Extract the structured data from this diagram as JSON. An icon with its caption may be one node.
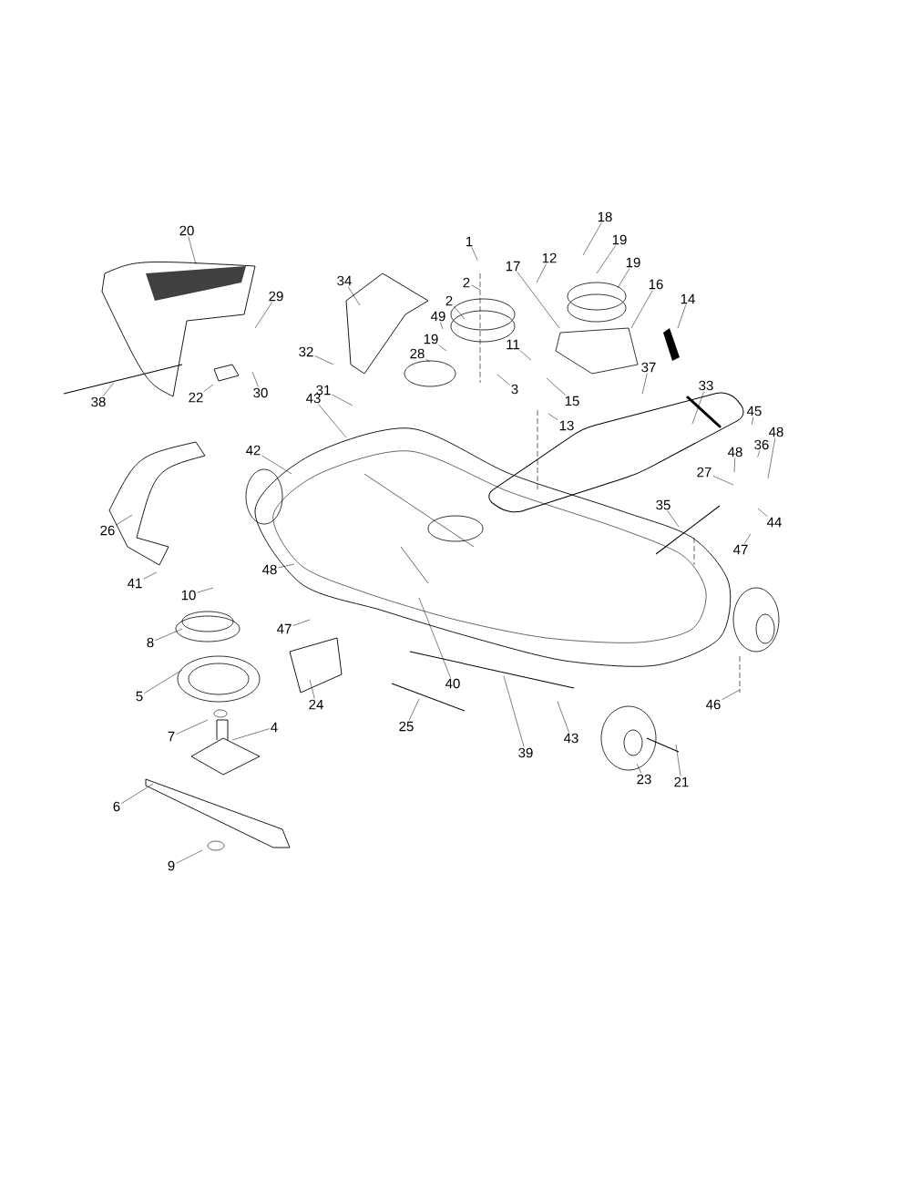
{
  "diagram": {
    "nodes": [
      {
        "text": [
          "18"
        ]
      },
      {
        "text": [
          "20"
        ]
      },
      {
        "text": [
          "19"
        ]
      },
      {
        "text": [
          "1"
        ]
      },
      {
        "text": [
          "12"
        ]
      },
      {
        "text": [
          "2"
        ]
      },
      {
        "text": [
          "17"
        ]
      },
      {
        "text": [
          "34"
        ]
      },
      {
        "text": [
          "19"
        ]
      },
      {
        "text": [
          "16"
        ]
      },
      {
        "text": [
          "29"
        ]
      },
      {
        "text": [
          "2"
        ]
      },
      {
        "text": [
          "14"
        ]
      },
      {
        "text": [
          "49"
        ]
      },
      {
        "text": [
          "19"
        ]
      },
      {
        "text": [
          "11"
        ]
      },
      {
        "text": [
          "32"
        ]
      },
      {
        "text": [
          "28"
        ]
      },
      {
        "text": [
          "37"
        ]
      },
      {
        "text": [
          "33"
        ]
      },
      {
        "text": [
          "3"
        ]
      },
      {
        "text": [
          "31"
        ]
      },
      {
        "text": [
          "38"
        ]
      },
      {
        "text": [
          "22"
        ]
      },
      {
        "text": [
          "30"
        ]
      },
      {
        "text": [
          "43"
        ]
      },
      {
        "text": [
          "15"
        ]
      },
      {
        "text": [
          "45"
        ]
      },
      {
        "text": [
          "13"
        ]
      },
      {
        "text": [
          "48"
        ]
      },
      {
        "text": [
          "36"
        ]
      },
      {
        "text": [
          "42"
        ]
      },
      {
        "text": [
          "48"
        ]
      },
      {
        "text": [
          "27"
        ]
      },
      {
        "text": [
          "35"
        ]
      },
      {
        "text": [
          "44"
        ]
      },
      {
        "text": [
          "26"
        ]
      },
      {
        "text": [
          "47"
        ]
      },
      {
        "text": [
          "48"
        ]
      },
      {
        "text": [
          "41"
        ]
      },
      {
        "text": [
          "10"
        ]
      },
      {
        "text": [
          "47"
        ]
      },
      {
        "text": [
          "8"
        ]
      },
      {
        "text": [
          "40"
        ]
      },
      {
        "text": [
          "5"
        ]
      },
      {
        "text": [
          "46"
        ]
      },
      {
        "text": [
          "24"
        ]
      },
      {
        "text": [
          "25"
        ]
      },
      {
        "text": [
          "4"
        ]
      },
      {
        "text": [
          "7"
        ]
      },
      {
        "text": [
          "43"
        ]
      },
      {
        "text": [
          "39"
        ]
      },
      {
        "text": [
          "23"
        ]
      },
      {
        "text": [
          "21"
        ]
      },
      {
        "text": [
          "6"
        ]
      },
      {
        "text": [
          "9"
        ]
      }
    ],
    "edges": [
      {
        "from": 0,
        "to": null,
        "arrow": "none"
      },
      {
        "from": 1,
        "to": null,
        "arrow": "none"
      },
      {
        "from": 2,
        "to": null,
        "arrow": "none"
      },
      {
        "from": 3,
        "to": null,
        "arrow": "none"
      },
      {
        "from": 4,
        "to": null,
        "arrow": "none"
      },
      {
        "from": 5,
        "to": null,
        "arrow": "none"
      },
      {
        "from": 6,
        "to": null,
        "arrow": "none"
      },
      {
        "from": 7,
        "to": null,
        "arrow": "none"
      },
      {
        "from": 8,
        "to": null,
        "arrow": "none"
      },
      {
        "from": 9,
        "to": null,
        "arrow": "none"
      },
      {
        "from": 10,
        "to": null,
        "arrow": "none"
      },
      {
        "from": 11,
        "to": null,
        "arrow": "none"
      },
      {
        "from": 12,
        "to": null,
        "arrow": "none"
      },
      {
        "from": 13,
        "to": null,
        "arrow": "none"
      },
      {
        "from": 14,
        "to": null,
        "arrow": "none"
      },
      {
        "from": 15,
        "to": null,
        "arrow": "none"
      },
      {
        "from": 16,
        "to": null,
        "arrow": "none"
      },
      {
        "from": 17,
        "to": null,
        "arrow": "none"
      },
      {
        "from": 18,
        "to": null,
        "arrow": "none"
      },
      {
        "from": 19,
        "to": null,
        "arrow": "none"
      },
      {
        "from": 20,
        "to": null,
        "arrow": "none"
      },
      {
        "from": 21,
        "to": null,
        "arrow": "none"
      },
      {
        "from": 22,
        "to": null,
        "arrow": "none"
      },
      {
        "from": 23,
        "to": null,
        "arrow": "none"
      },
      {
        "from": 24,
        "to": null,
        "arrow": "none"
      },
      {
        "from": 25,
        "to": null,
        "arrow": "none"
      },
      {
        "from": 26,
        "to": null,
        "arrow": "none"
      },
      {
        "from": 27,
        "to": null,
        "arrow": "none"
      },
      {
        "from": 28,
        "to": null,
        "arrow": "none"
      },
      {
        "from": 29,
        "to": null,
        "arrow": "none"
      },
      {
        "from": 30,
        "to": null,
        "arrow": "none"
      },
      {
        "from": 31,
        "to": null,
        "arrow": "none"
      },
      {
        "from": 32,
        "to": null,
        "arrow": "none"
      },
      {
        "from": 33,
        "to": null,
        "arrow": "none"
      },
      {
        "from": 34,
        "to": null,
        "arrow": "none"
      },
      {
        "from": 35,
        "to": null,
        "arrow": "none"
      },
      {
        "from": 36,
        "to": null,
        "arrow": "none"
      },
      {
        "from": 37,
        "to": null,
        "arrow": "none"
      },
      {
        "from": 38,
        "to": null,
        "arrow": "none"
      },
      {
        "from": 39,
        "to": null,
        "arrow": "none"
      },
      {
        "from": 40,
        "to": null,
        "arrow": "none"
      },
      {
        "from": 41,
        "to": null,
        "arrow": "none"
      },
      {
        "from": 42,
        "to": null,
        "arrow": "none"
      },
      {
        "from": 43,
        "to": null,
        "arrow": "none"
      },
      {
        "from": 44,
        "to": null,
        "arrow": "none"
      },
      {
        "from": 45,
        "to": null,
        "arrow": "none"
      },
      {
        "from": 46,
        "to": null,
        "arrow": "none"
      },
      {
        "from": 47,
        "to": null,
        "arrow": "none"
      },
      {
        "from": 48,
        "to": null,
        "arrow": "none"
      },
      {
        "from": 49,
        "to": null,
        "arrow": "none"
      },
      {
        "from": 50,
        "to": null,
        "arrow": "none"
      },
      {
        "from": 51,
        "to": null,
        "arrow": "none"
      },
      {
        "from": 52,
        "to": null,
        "arrow": "none"
      },
      {
        "from": 53,
        "to": null,
        "arrow": "none"
      },
      {
        "from": 54,
        "to": null,
        "arrow": "none"
      },
      {
        "from": 55,
        "to": null,
        "arrow": "none"
      }
    ]
  }
}
